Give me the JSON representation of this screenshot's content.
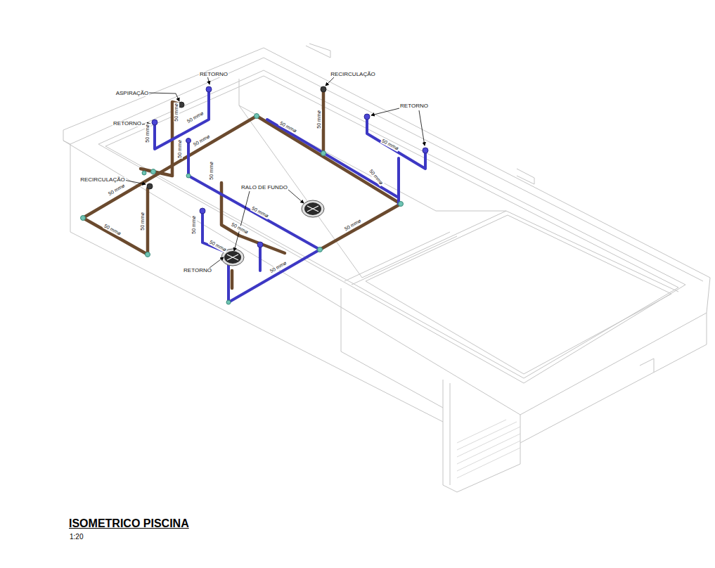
{
  "diagram": {
    "title": "ISOMETRICO PISCINA",
    "caption": "1:20",
    "labels": [
      "ASPIRAÇÃO",
      "RETORNO",
      "RECIRCULAÇÃO",
      "RETORNO",
      "RETORNO",
      "RECIRCULAÇÃO",
      "RALO DE FUNDO",
      "RETORNO",
      "50 mmø",
      "50 mmø",
      "50 mmø",
      "50 mmø",
      "50 mmø",
      "50 mmø",
      "50 mmø",
      "50 mmø",
      "50 mmø",
      "50 mmø",
      "50 mmø",
      "50 mmø",
      "50 mmø",
      "50 mmø",
      "50 mmø",
      "50 mmø",
      "50 mmø",
      "50 mmø",
      "50 mmø"
    ]
  }
}
